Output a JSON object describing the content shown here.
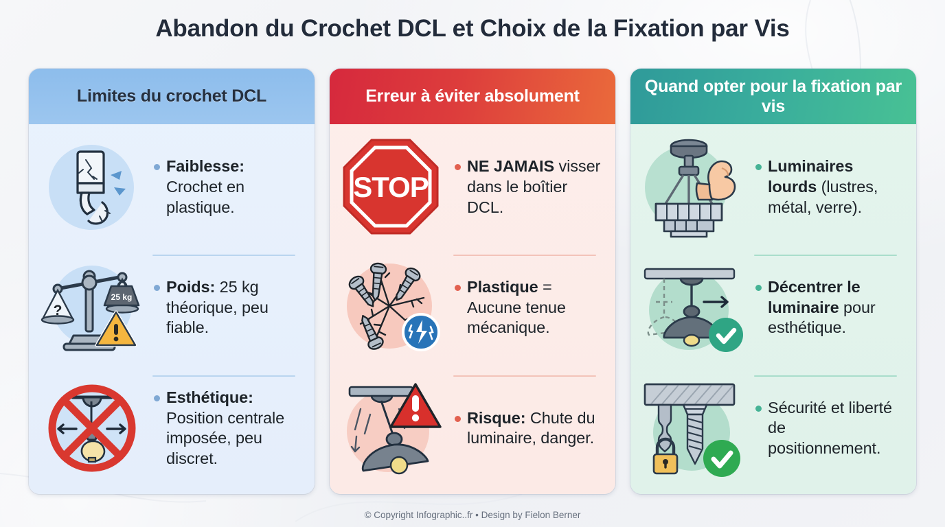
{
  "title": "Abandon du Crochet DCL et Choix de la Fixation par Vis",
  "footer": "© Copyright Infographic..fr • Design by Fielon Berner",
  "colors": {
    "page_bg": "#f3f4f7",
    "title": "#232c3b",
    "card1_header_bg": "#93c0ee",
    "card1_body_bg": "#e7f0fc",
    "card1_accent": "#7fa8d4",
    "card2_header_from": "#d6293d",
    "card2_header_to": "#ea6a3b",
    "card2_body_bg": "#fceae6",
    "card2_accent": "#e2604f",
    "card3_header_from": "#2f9a9a",
    "card3_header_to": "#48c194",
    "card3_body_bg": "#e2f3ec",
    "card3_accent": "#45b395"
  },
  "cards": [
    {
      "id": "limites-crochet-dcl",
      "header": "Limites du crochet DCL",
      "theme": "blue",
      "items": [
        {
          "icon": "broken-plastic-hook-icon",
          "lead": "Faiblesse:",
          "rest": " Crochet en plastique."
        },
        {
          "icon": "unbalanced-scale-25kg-icon",
          "lead": "Poids:",
          "rest": " 25 kg théorique, peu fiable.",
          "icon_label": "25 kg"
        },
        {
          "icon": "no-centered-lamp-position-icon",
          "lead": "Esthétique:",
          "rest": " Position centrale imposée, peu discret."
        }
      ]
    },
    {
      "id": "erreur-a-eviter",
      "header": "Erreur à éviter absolument",
      "theme": "red",
      "items": [
        {
          "icon": "stop-sign-icon",
          "lead": "NE JAMAIS",
          "rest": " visser dans le boîtier DCL.",
          "icon_label": "STOP"
        },
        {
          "icon": "screws-cracking-plastic-icon",
          "lead": "Plastique",
          "rest": " = Aucune tenue mécanique."
        },
        {
          "icon": "falling-lamp-warning-icon",
          "lead": "Risque:",
          "rest": " Chute du luminaire, danger."
        }
      ]
    },
    {
      "id": "quand-opter-fixation-vis",
      "header": "Quand opter pour la fixation par vis",
      "theme": "teal",
      "items": [
        {
          "icon": "heavy-chandelier-strength-icon",
          "lead": "Luminaires lourds",
          "rest": " (lustres, métal, verre)."
        },
        {
          "icon": "offset-lamp-check-icon",
          "lead": "Décentrer le luminaire",
          "rest": " pour esthétique."
        },
        {
          "icon": "screw-anchor-lock-check-icon",
          "lead": "",
          "rest": "Sécurité et liberté de positionnement."
        }
      ]
    }
  ]
}
